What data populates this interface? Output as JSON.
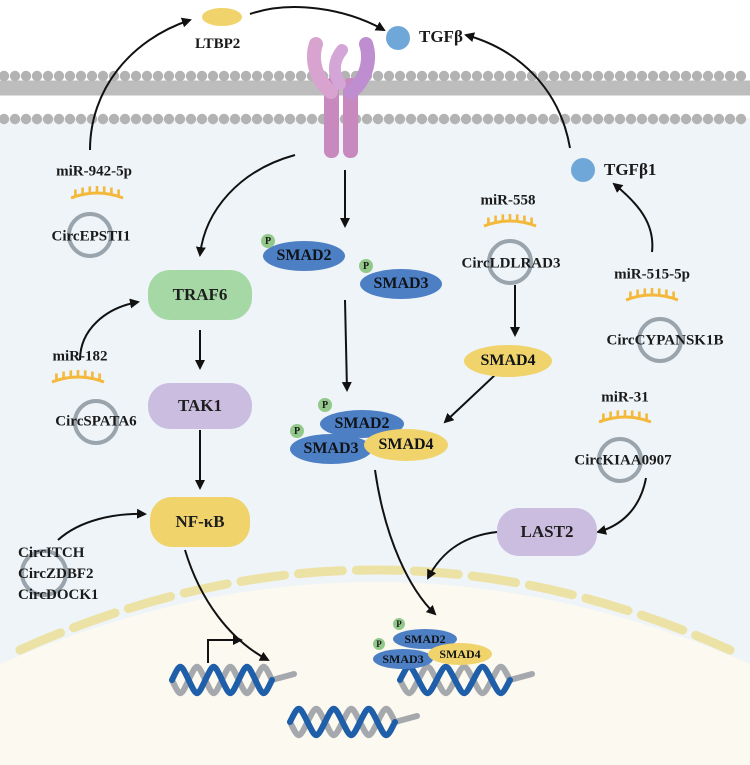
{
  "ligands": {
    "ltbp2": "LTBP2",
    "tgfb": "TGFβ",
    "tgfb1": "TGFβ1"
  },
  "mirnas": {
    "mir_942_5p": "miR-942-5p",
    "mir_182": "miR-182",
    "mir_558": "miR-558",
    "mir_515_5p": "miR-515-5p",
    "mir_31": "miR-31"
  },
  "circrnas": {
    "circepsti1": "CircEPSTI1",
    "circspata6": "CircSPATA6",
    "circldlrad3": "CircLDLRAD3",
    "circcypansk1b": "CircCYPANSK1B",
    "circkiaa0907": "CircKIAA0907",
    "circitch": "CircITCH",
    "circzdbf2": "CircZDBF2",
    "circdock1": "CircDOCK1"
  },
  "proteins": {
    "traf6": "TRAF6",
    "tak1": "TAK1",
    "nfkb": "NF-κB",
    "last2": "LAST2",
    "smad2": "SMAD2",
    "smad3": "SMAD3",
    "smad4": "SMAD4",
    "phospho": "P"
  },
  "colors": {
    "membrane": "#a9a9a9",
    "cytoplasm": "#eef4f8",
    "nucleus": "#fbf9f0",
    "traf6": "#a6d8a6",
    "tak1_last2": "#cbbde0",
    "nfkb_smad4": "#f0d36b",
    "smad2_smad3": "#4d7fc4",
    "tgfb": "#6fa8d8",
    "mirna": "#f4b83a",
    "phospho": "#92c98a",
    "receptor": "#c889bf",
    "dna": "#1f5ea8"
  }
}
